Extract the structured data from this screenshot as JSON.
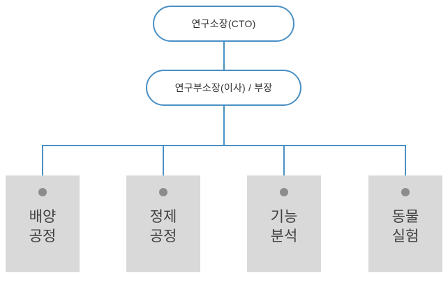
{
  "diagram": {
    "title": "organization-chart",
    "colors": {
      "node_border": "#4a90c4",
      "connector": "#4a90c4",
      "box_fill": "#d9d9d9",
      "dot": "#8c8c8c",
      "text": "#333333"
    },
    "top_nodes": [
      {
        "id": "cto",
        "label": "연구소장(CTO)"
      },
      {
        "id": "vp",
        "label": "연구부소장(이사) / 부장"
      }
    ],
    "leaf_nodes": [
      {
        "id": "culture",
        "label": "배양\n공정"
      },
      {
        "id": "purification",
        "label": "정제\n공정"
      },
      {
        "id": "function-analysis",
        "label": "기능\n분석"
      },
      {
        "id": "animal-test",
        "label": "동물\n실험"
      }
    ]
  }
}
